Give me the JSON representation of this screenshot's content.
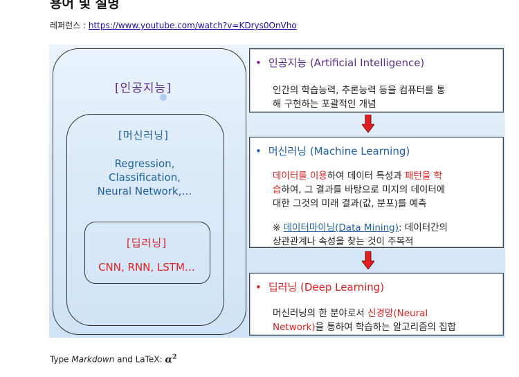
{
  "heading": "용어 및 설명",
  "reference": {
    "label": "레퍼런스 : ",
    "url": "https://www.youtube.com/watch?v=KDrys0OnVho"
  },
  "diagram": {
    "ai_label": "[인공지능]",
    "ml_label": "[머신러닝]",
    "ml_items": [
      "Regression,",
      "Classification,",
      "Neural Network,…"
    ],
    "dl_label": "[딥러닝]",
    "dl_items": "CNN, RNN, LSTM…"
  },
  "cards": {
    "ai": {
      "bullet": "•",
      "title": "인공지능 (Artificial Intelligence)",
      "line1": "인간의 학습능력, 추론능력 등을 컴퓨터를 통",
      "line2": "해 구현하는 포괄적인 개념"
    },
    "ml": {
      "bullet": "•",
      "title": "머신러닝 (Machine Learning)",
      "p1_red1": "데이터를 이용",
      "p1_txt1": "하여 데이터 특성과 ",
      "p1_red2": "패턴을 학",
      "p1_red3": "습",
      "p1_txt2": "하여, 그 결과를 바탕으로 미지의 데이터에",
      "p1_txt3": "대한 그것의 미래 결과(값, 분포)를 예측",
      "p2_mark": "※ ",
      "p2_link": "데이터마이닝(Data Mining)",
      "p2_txt1": ": 데이터간의",
      "p2_txt2": "상관관계나 속성을 찾는 것이 주목적"
    },
    "dl": {
      "bullet": "•",
      "title": "딥러닝 (Deep Learning)",
      "txt1": "머신러닝의 한 분야로서 ",
      "red1": "신경망(Neural",
      "red2": "Network)",
      "txt2": "을 통하여 학습하는 알고리즘의 집합"
    }
  },
  "footer": {
    "prefix": "Type ",
    "markdown": "Markdown",
    "middle": " and LaTeX: ",
    "math_base": "α",
    "math_exp": "2"
  },
  "colors": {
    "ai": "#5a2d91",
    "ml": "#1f5fa8",
    "dl": "#e02020",
    "arrow": "#e02020"
  }
}
